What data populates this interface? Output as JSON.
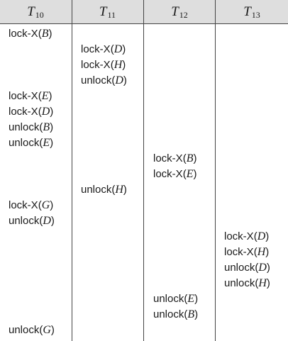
{
  "columns": [
    {
      "name": "T",
      "sub": "10"
    },
    {
      "name": "T",
      "sub": "11"
    },
    {
      "name": "T",
      "sub": "12"
    },
    {
      "name": "T",
      "sub": "13"
    }
  ],
  "operations": [
    {
      "col": 0,
      "row": 0,
      "op": "lock-X",
      "item": "B"
    },
    {
      "col": 1,
      "row": 1,
      "op": "lock-X",
      "item": "D"
    },
    {
      "col": 1,
      "row": 2,
      "op": "lock-X",
      "item": "H"
    },
    {
      "col": 1,
      "row": 3,
      "op": "unlock",
      "item": "D"
    },
    {
      "col": 0,
      "row": 4,
      "op": "lock-X",
      "item": "E"
    },
    {
      "col": 0,
      "row": 5,
      "op": "lock-X",
      "item": "D"
    },
    {
      "col": 0,
      "row": 6,
      "op": "unlock",
      "item": "B"
    },
    {
      "col": 0,
      "row": 7,
      "op": "unlock",
      "item": "E"
    },
    {
      "col": 2,
      "row": 8,
      "op": "lock-X",
      "item": "B"
    },
    {
      "col": 2,
      "row": 9,
      "op": "lock-X",
      "item": "E"
    },
    {
      "col": 1,
      "row": 10,
      "op": "unlock",
      "item": "H"
    },
    {
      "col": 0,
      "row": 11,
      "op": "lock-X",
      "item": "G"
    },
    {
      "col": 0,
      "row": 12,
      "op": "unlock",
      "item": "D"
    },
    {
      "col": 3,
      "row": 13,
      "op": "lock-X",
      "item": "D"
    },
    {
      "col": 3,
      "row": 14,
      "op": "lock-X",
      "item": "H"
    },
    {
      "col": 3,
      "row": 15,
      "op": "unlock",
      "item": "D"
    },
    {
      "col": 3,
      "row": 16,
      "op": "unlock",
      "item": "H"
    },
    {
      "col": 2,
      "row": 17,
      "op": "unlock",
      "item": "E"
    },
    {
      "col": 2,
      "row": 18,
      "op": "unlock",
      "item": "B"
    },
    {
      "col": 0,
      "row": 19,
      "op": "unlock",
      "item": "G"
    }
  ]
}
